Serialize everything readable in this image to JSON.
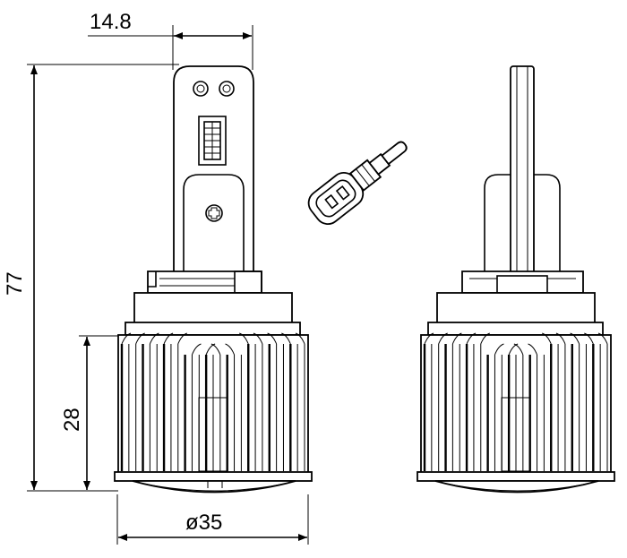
{
  "dimensions": {
    "width_label": "14.8",
    "height_label": "77",
    "heatsink_height_label": "28",
    "diameter_label": "ø35"
  }
}
